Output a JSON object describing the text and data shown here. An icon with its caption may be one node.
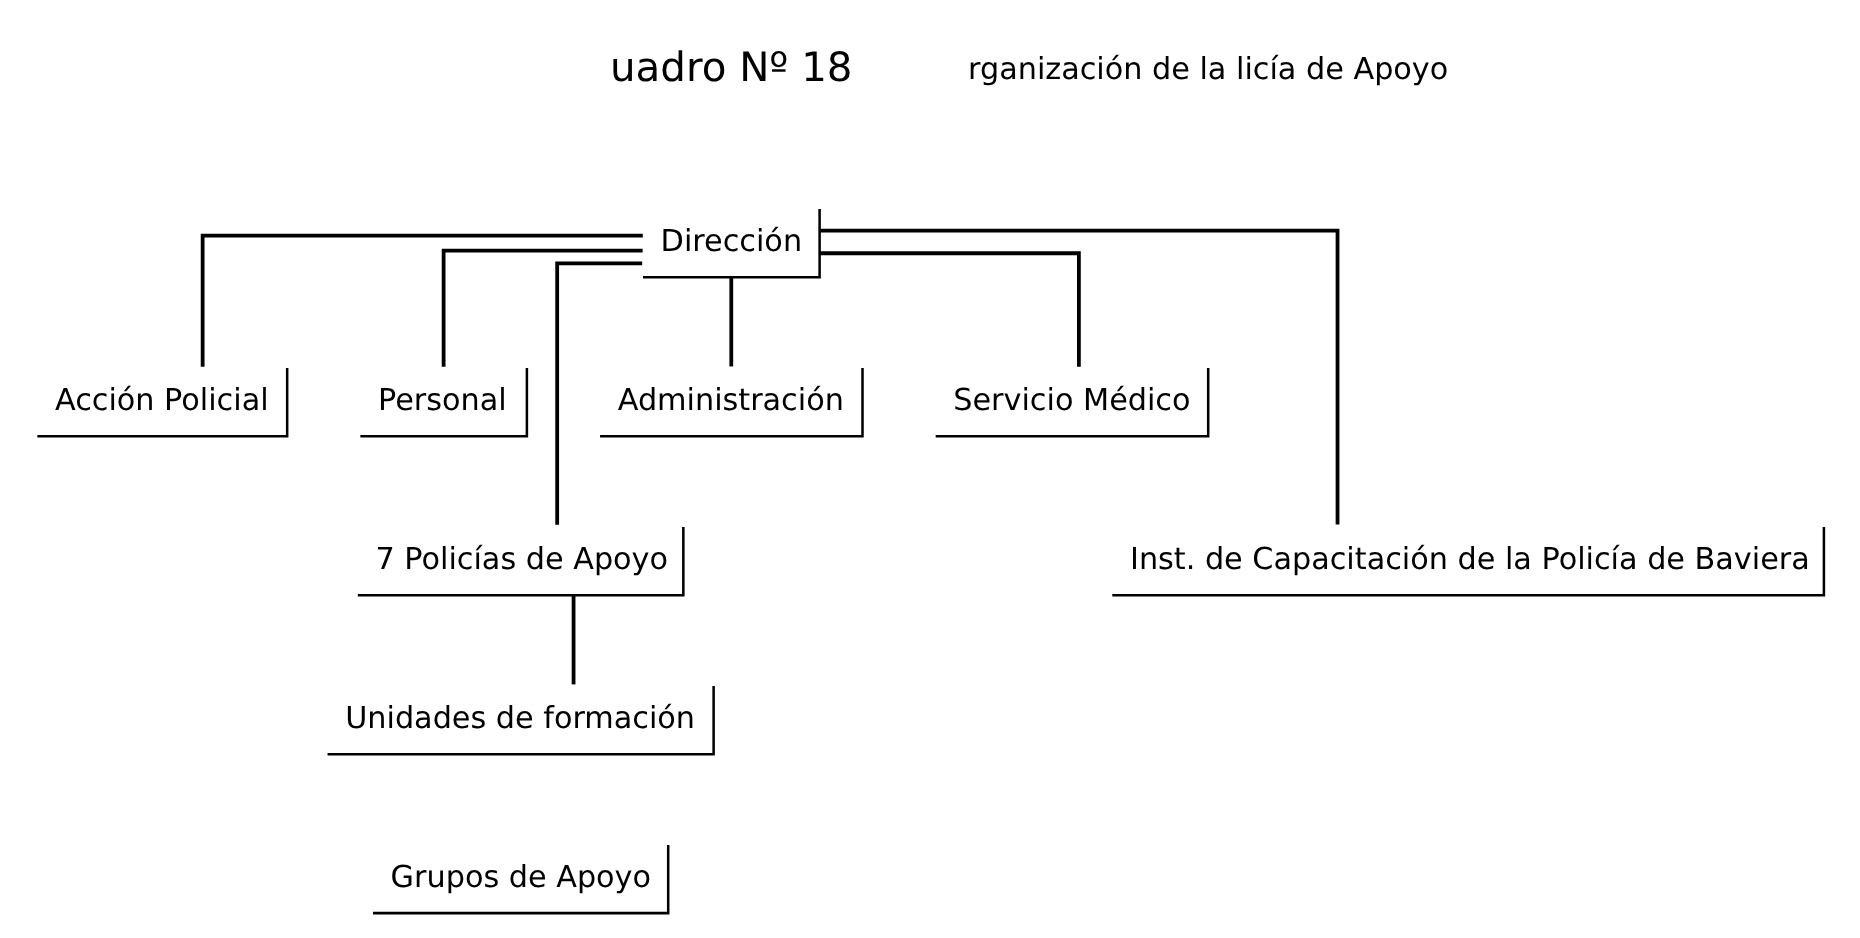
{
  "diagram": {
    "nodes": [
      {
        "text": [
          "Dirección"
        ]
      },
      {
        "text": [
          "Acción Policial"
        ]
      },
      {
        "text": [
          "Personal"
        ]
      },
      {
        "text": [
          "Administración"
        ]
      },
      {
        "text": [
          "Servicio Médico"
        ]
      },
      {
        "text": [
          "7 Policías de Apoyo"
        ]
      },
      {
        "text": [
          "Inst. de Capacitación de la Policía de Baviera"
        ]
      },
      {
        "text": [
          "Unidades de formación"
        ]
      },
      {
        "text": [
          "Grupos de Apoyo"
        ]
      }
    ],
    "edges": [
      {
        "from": 0,
        "to": 1,
        "arrow": "none"
      },
      {
        "from": 0,
        "to": 2,
        "arrow": "none"
      },
      {
        "from": 0,
        "to": 3,
        "arrow": "none"
      },
      {
        "from": 0,
        "to": 4,
        "arrow": "none"
      },
      {
        "from": 0,
        "to": 5,
        "arrow": "none"
      },
      {
        "from": 0,
        "to": 6,
        "arrow": "none"
      },
      {
        "from": 5,
        "to": 7,
        "arrow": "none"
      }
    ],
    "labels": [
      "uadro Nº 18",
      "rganización de la licía de Apoyo"
    ]
  }
}
